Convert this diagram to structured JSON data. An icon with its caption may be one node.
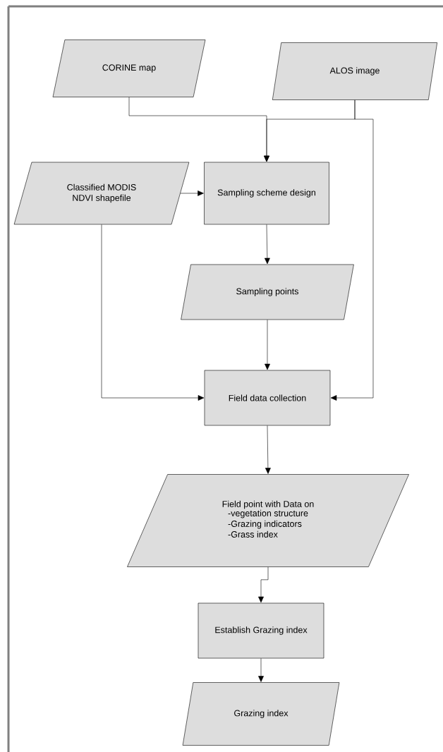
{
  "diagram": {
    "nodes": [
      {
        "text": [
          "CORINE map"
        ]
      },
      {
        "text": [
          "ALOS image"
        ]
      },
      {
        "text": [
          "Classified MODIS NDVI shapefile"
        ]
      },
      {
        "text": [
          "Sampling scheme design"
        ]
      },
      {
        "text": [
          "Sampling points"
        ]
      },
      {
        "text": [
          "Field data collection"
        ]
      },
      {
        "text": [
          "Field point with Data on",
          "-vegetation structure",
          "-Grazing indicators",
          "-Grass index"
        ]
      },
      {
        "text": [
          "Establish Grazing index"
        ]
      },
      {
        "text": [
          "Grazing index"
        ]
      }
    ],
    "edges": [
      {
        "from": 0,
        "to": 3,
        "arrow": "to"
      },
      {
        "from": 1,
        "to": 3,
        "arrow": "to"
      },
      {
        "from": 1,
        "to": 5,
        "arrow": "to"
      },
      {
        "from": 2,
        "to": 3,
        "arrow": "to"
      },
      {
        "from": 2,
        "to": 5,
        "arrow": "to"
      },
      {
        "from": 3,
        "to": 4,
        "arrow": "to"
      },
      {
        "from": 4,
        "to": 5,
        "arrow": "to"
      },
      {
        "from": 5,
        "to": 6,
        "arrow": "to"
      },
      {
        "from": 6,
        "to": 7,
        "arrow": "to"
      },
      {
        "from": 7,
        "to": 8,
        "arrow": "to"
      }
    ]
  }
}
